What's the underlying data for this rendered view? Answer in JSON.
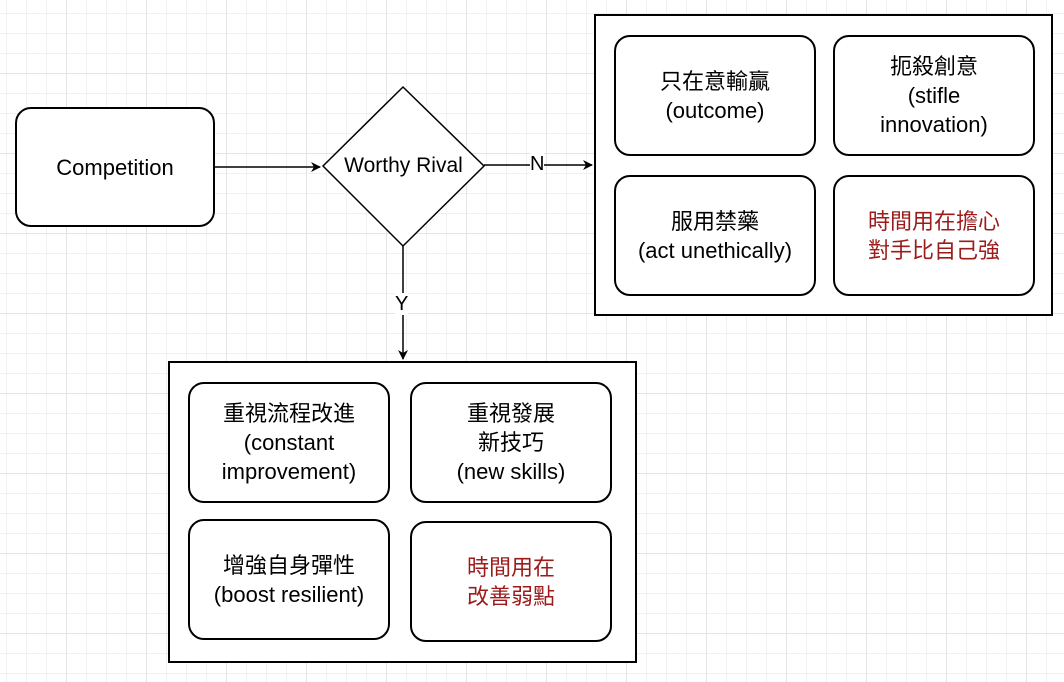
{
  "start": {
    "label": "Competition"
  },
  "decision": {
    "label": "Worthy Rival"
  },
  "edges": {
    "no": "N",
    "yes": "Y"
  },
  "no_group": {
    "items": [
      {
        "lines": [
          "只在意輸贏",
          "(outcome)"
        ],
        "highlight": false
      },
      {
        "lines": [
          "扼殺創意",
          "(stifle",
          "innovation)"
        ],
        "highlight": false
      },
      {
        "lines": [
          "服用禁藥",
          "(act unethically)"
        ],
        "highlight": false
      },
      {
        "lines": [
          "時間用在擔心",
          "對手比自己強"
        ],
        "highlight": true
      }
    ]
  },
  "yes_group": {
    "items": [
      {
        "lines": [
          "重視流程改進",
          "(constant",
          "improvement)"
        ],
        "highlight": false
      },
      {
        "lines": [
          "重視發展",
          "新技巧",
          "(new skills)"
        ],
        "highlight": false
      },
      {
        "lines": [
          "增強自身彈性",
          "(boost resilient)"
        ],
        "highlight": false
      },
      {
        "lines": [
          "時間用在",
          "改善弱點"
        ],
        "highlight": true
      }
    ]
  },
  "colors": {
    "stroke": "#000000",
    "highlight_text": "#9c1b1b",
    "grid": "#e4e4e4"
  }
}
